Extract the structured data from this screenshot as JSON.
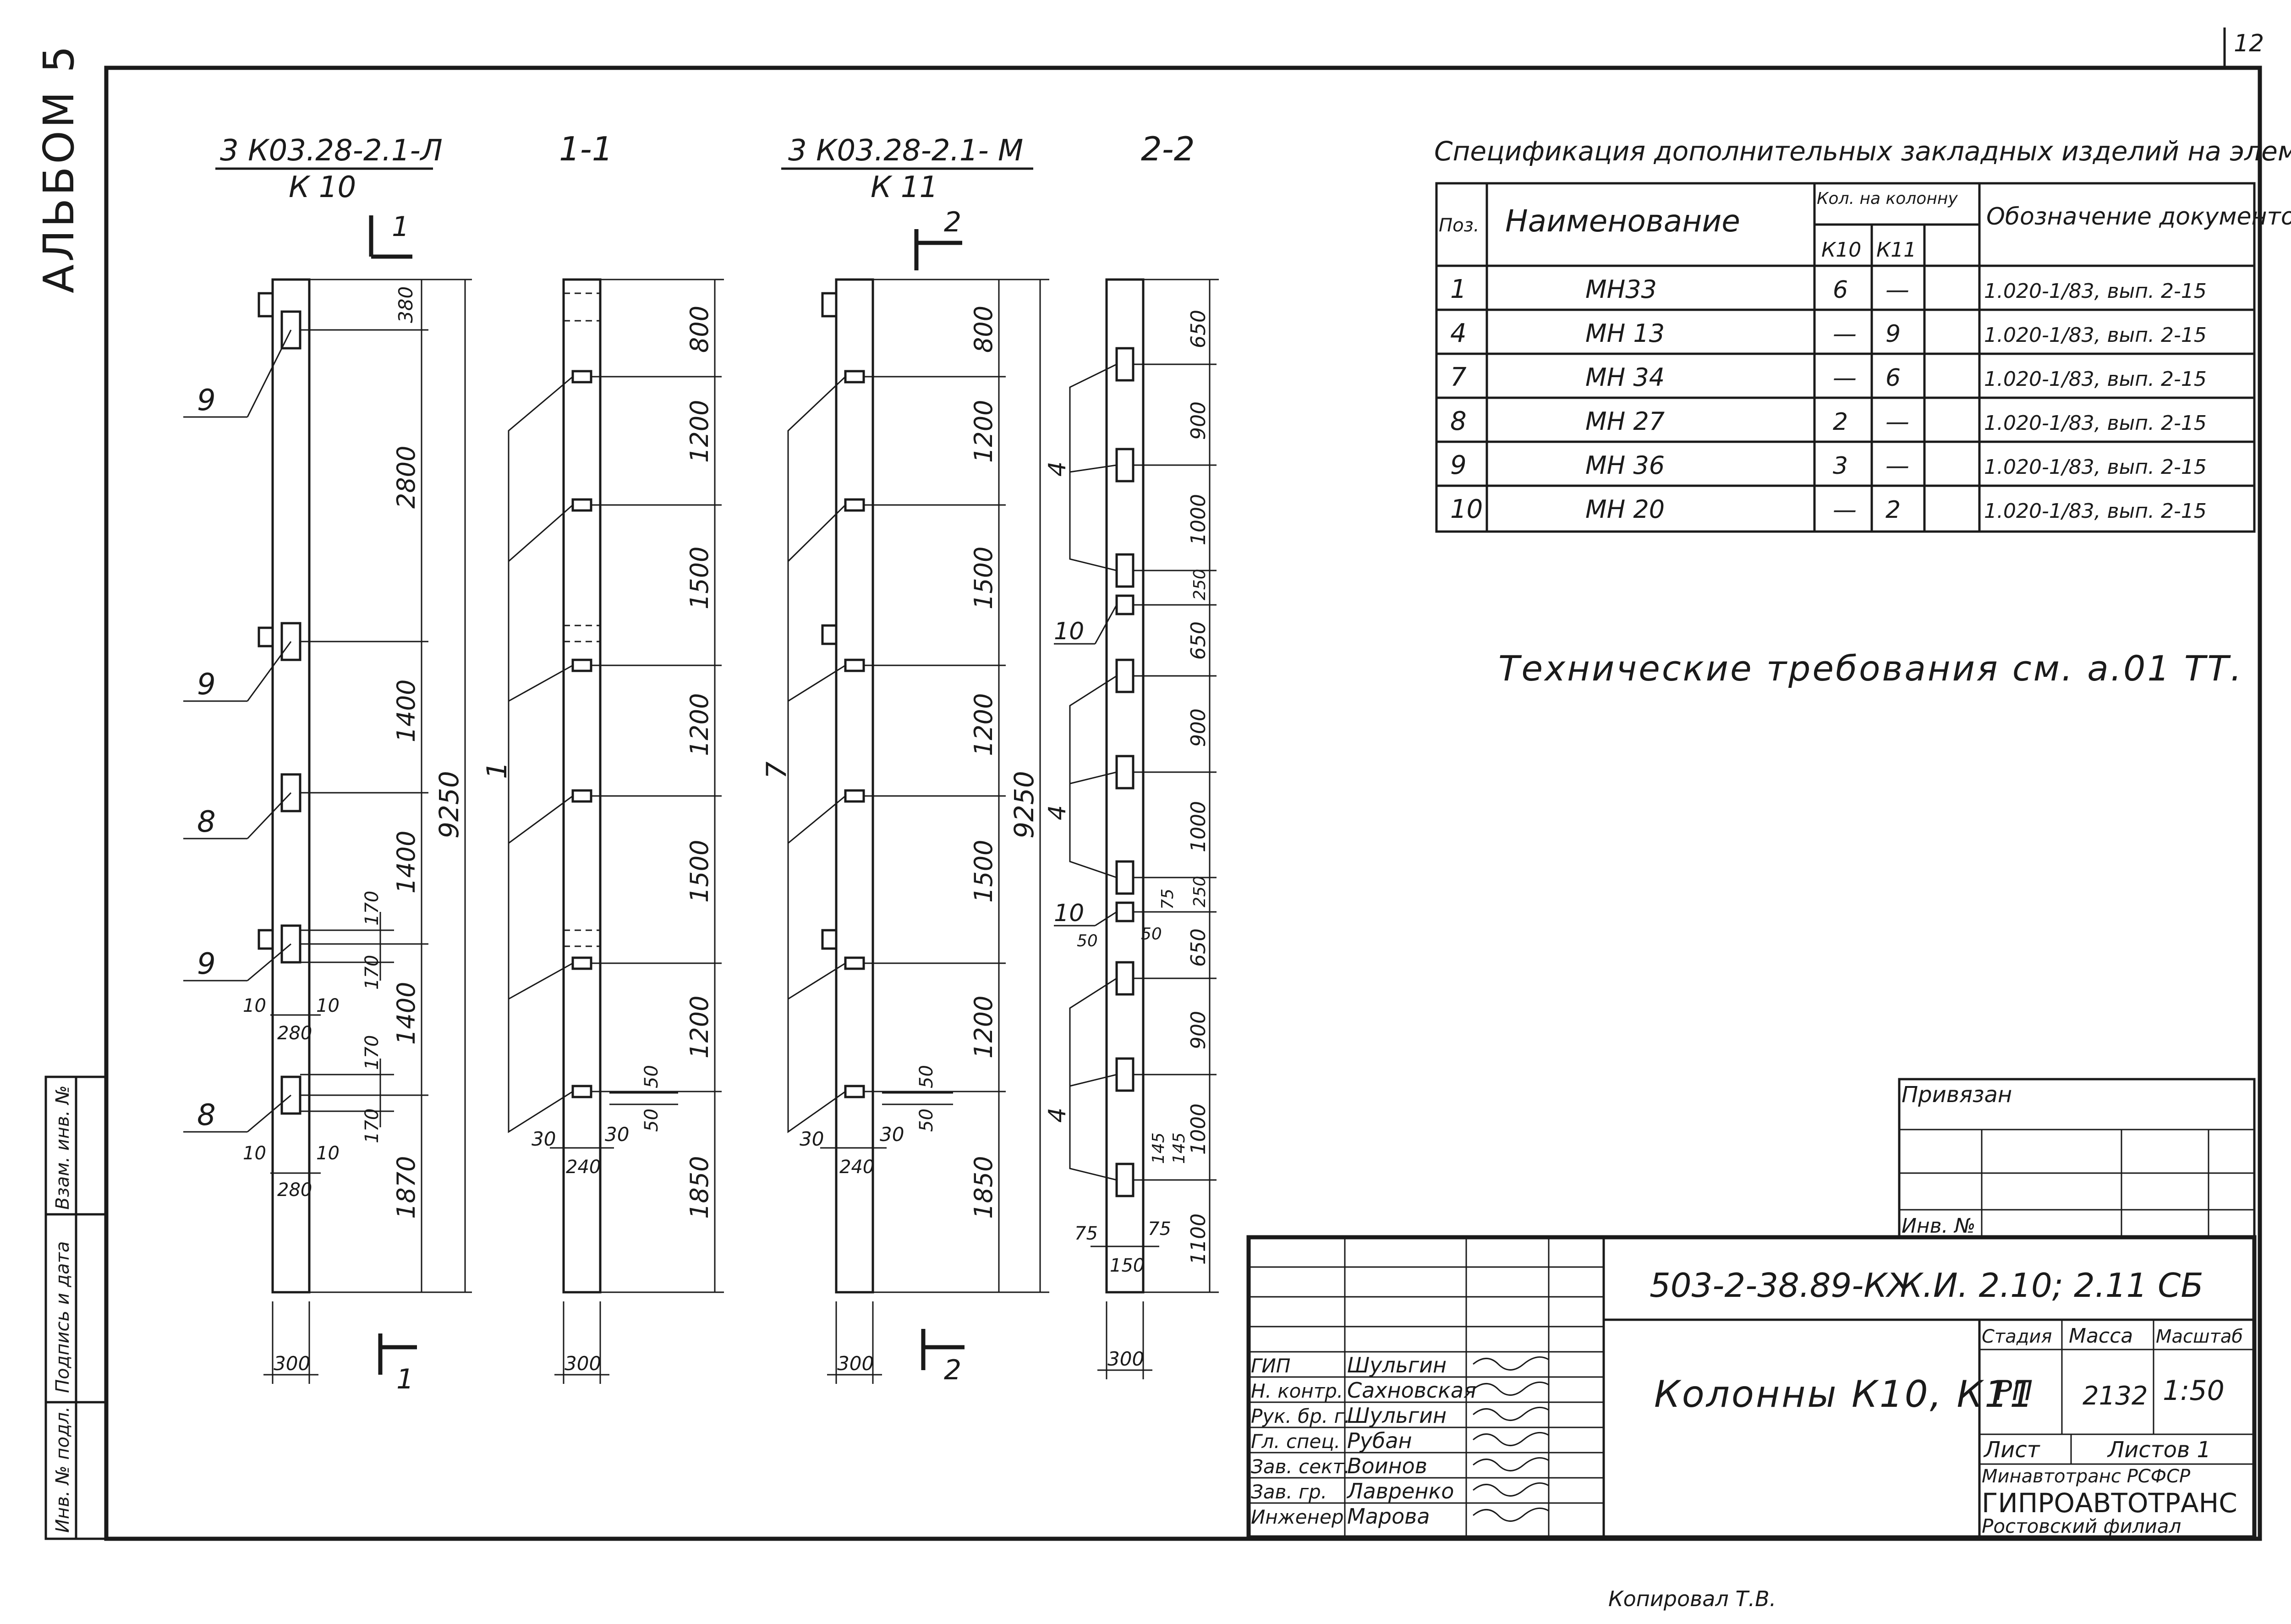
{
  "page_number": "12",
  "album_label": "АЛЬБОМ 5",
  "side_stamp": [
    "Инв. № подл.",
    "Подпись и дата",
    "Взам. инв. №"
  ],
  "views": [
    {
      "code": "3 К03.28-2.1-Л",
      "mark": "К 10",
      "section_title": "1-1",
      "cut_label": "1",
      "overall": "9250",
      "width": "300"
    },
    {
      "code": "3 К03.28-2.1- М",
      "mark": "К 11",
      "section_title": "2-2",
      "cut_label": "2",
      "overall": "9250",
      "width": "300"
    }
  ],
  "column_k10": {
    "positions": [
      "9",
      "9",
      "8",
      "9",
      "8"
    ],
    "dims": [
      "380",
      "2800",
      "1400",
      "1400",
      "1400",
      "1870"
    ],
    "detail_dims": [
      "170",
      "170",
      "170",
      "170",
      "10",
      "10",
      "280",
      "10",
      "10",
      "280"
    ]
  },
  "section_1_1": {
    "pos": "1",
    "dims": [
      "800",
      "1200",
      "1500",
      "1200",
      "1500",
      "1200",
      "1850"
    ],
    "detail_dims": [
      "30",
      "30",
      "240",
      "50",
      "50"
    ],
    "width": "300"
  },
  "column_k11": {
    "pos": "7",
    "dims": [
      "800",
      "1200",
      "1500",
      "1200",
      "1500",
      "1200",
      "1850"
    ],
    "detail_dims": [
      "30",
      "30",
      "240",
      "50",
      "50"
    ]
  },
  "section_2_2": {
    "positions": [
      "4",
      "10",
      "4",
      "10",
      "4"
    ],
    "dims": [
      "650",
      "900",
      "1000",
      "250",
      "650",
      "900",
      "1000",
      "250",
      "650",
      "900",
      "1000",
      "1100"
    ],
    "detail_dims": [
      "75",
      "50",
      "50",
      "145",
      "145",
      "75",
      "75",
      "150"
    ],
    "width": "300"
  },
  "spec_table": {
    "title": "Спецификация дополнительных закладных изделий на элемент",
    "headers": {
      "pos": "Поз.",
      "name": "Наименование",
      "qty": "Кол. на колонну",
      "k10": "К10",
      "k11": "К11",
      "doc": "Обозначение документов"
    },
    "rows": [
      {
        "pos": "1",
        "name": "МН33",
        "k10": "6",
        "k11": "—",
        "doc": "1.020-1/83, вып. 2-15"
      },
      {
        "pos": "4",
        "name": "МН 13",
        "k10": "—",
        "k11": "9",
        "doc": "1.020-1/83, вып. 2-15"
      },
      {
        "pos": "7",
        "name": "МН 34",
        "k10": "—",
        "k11": "6",
        "doc": "1.020-1/83, вып. 2-15"
      },
      {
        "pos": "8",
        "name": "МН 27",
        "k10": "2",
        "k11": "—",
        "doc": "1.020-1/83, вып. 2-15"
      },
      {
        "pos": "9",
        "name": "МН 36",
        "k10": "3",
        "k11": "—",
        "doc": "1.020-1/83, вып. 2-15"
      },
      {
        "pos": "10",
        "name": "МН 20",
        "k10": "—",
        "k11": "2",
        "doc": "1.020-1/83, вып. 2-15"
      }
    ]
  },
  "tech_note": "Технические требования см. а.01 ТТ.",
  "tie_block": {
    "tied": "Привязан",
    "inv": "Инв. №"
  },
  "title_block": {
    "designation": "503-2-38.89-КЖ.И. 2.10; 2.11 СБ",
    "name": "Колонны К10, К11",
    "stage_label": "Стадия",
    "mass_label": "Масса",
    "scale_label": "Масштаб",
    "stage": "РП",
    "mass": "2132",
    "scale": "1:50",
    "sheet_label": "Лист",
    "sheets_label": "Листов 1",
    "org_line1": "Минавтотранс РСФСР",
    "org_line2": "ГИПРОАВТОТРАНС",
    "org_line3": "Ростовский филиал",
    "signers": [
      {
        "role": "ГИП",
        "name": "Шульгин"
      },
      {
        "role": "Н. контр.",
        "name": "Сахновская"
      },
      {
        "role": "Рук. бр. г.",
        "name": "Шульгин"
      },
      {
        "role": "Гл. спец.",
        "name": "Рубан"
      },
      {
        "role": "Зав. сект.",
        "name": "Воинов"
      },
      {
        "role": "Зав. гр.",
        "name": "Лавренко"
      },
      {
        "role": "Инженер",
        "name": "Марова"
      }
    ]
  },
  "copied_by": "Копировал Т.В."
}
